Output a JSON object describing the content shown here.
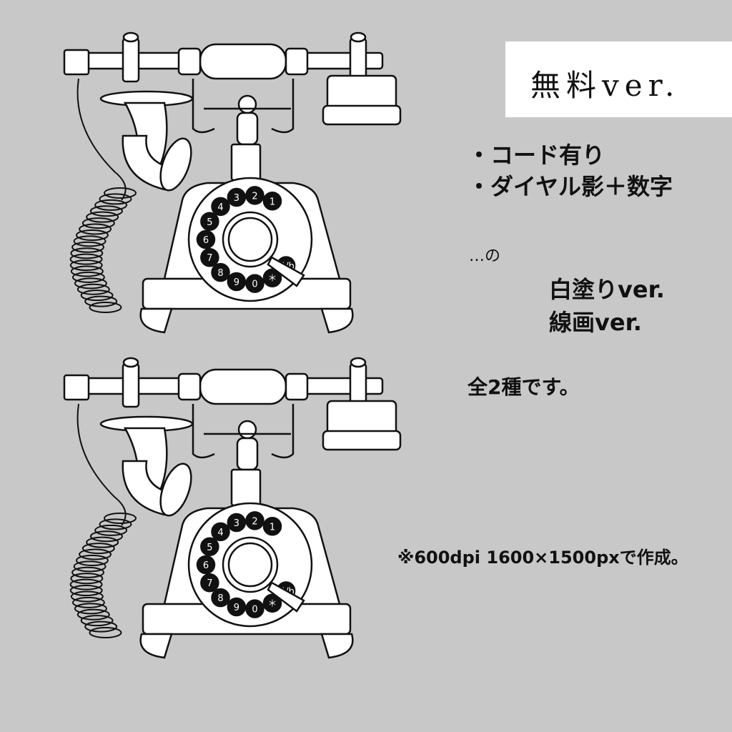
{
  "title": "無料ver.",
  "features": [
    "・コード有り",
    "・ダイヤル影＋数字"
  ],
  "ellipsis_no": "…の",
  "versions": [
    "白塗りver.",
    "線画ver."
  ],
  "count_text": "全2種です。",
  "spec_note": "※600dpi 1600×1500pxで作成。",
  "illustrations": [
    "rotary-telephone-white-fill",
    "rotary-telephone-line-art"
  ],
  "dial_digits": [
    "1",
    "2",
    "3",
    "4",
    "5",
    "6",
    "7",
    "8",
    "9",
    "0",
    "＊",
    "#/b"
  ],
  "colors": {
    "background": "#c8c8c8",
    "title_box": "#ffffff",
    "text": "#111111"
  }
}
